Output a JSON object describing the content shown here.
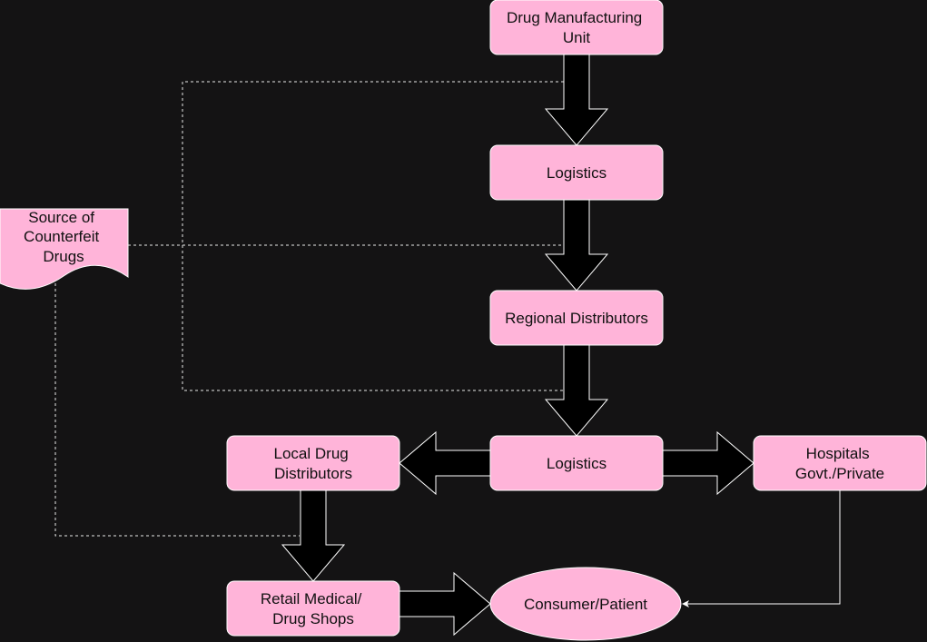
{
  "diagram": {
    "nodes": {
      "manufacturing": [
        "Drug Manufacturing",
        "Unit"
      ],
      "logistics_top": [
        "Logistics"
      ],
      "regional": [
        "Regional Distributors"
      ],
      "logistics_mid": [
        "Logistics"
      ],
      "local": [
        "Local Drug",
        "Distributors"
      ],
      "hospitals": [
        "Hospitals",
        "Govt./Private"
      ],
      "retail": [
        "Retail Medical/",
        "Drug Shops"
      ],
      "consumer": [
        "Consumer/Patient"
      ],
      "counterfeit": [
        "Source of",
        "Counterfeit",
        "Drugs"
      ]
    },
    "colors": {
      "background": "#141314",
      "node_fill": "#ffb4d9",
      "arrow_fill": "#000000",
      "outline": "#ffffff"
    }
  }
}
